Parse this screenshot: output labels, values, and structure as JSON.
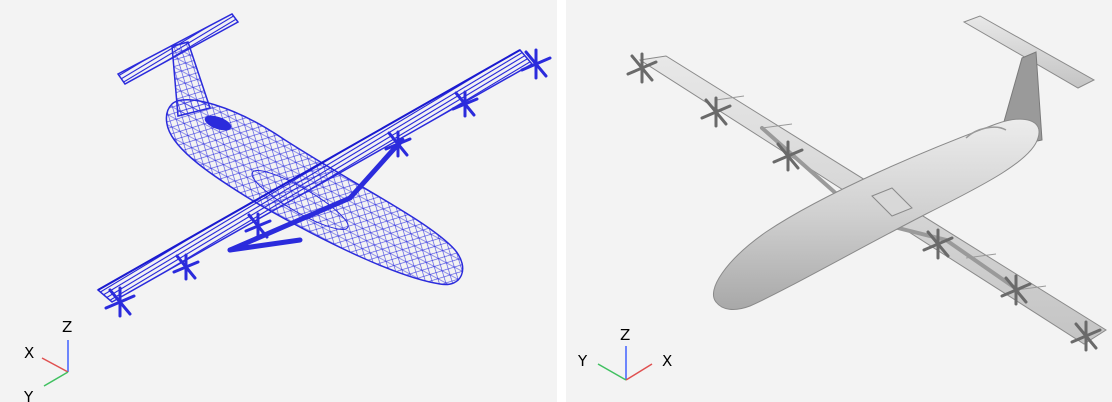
{
  "viewports": {
    "left": {
      "render_mode": "wireframe",
      "wire_color": "#2b2bdc",
      "triad": {
        "x_label": "X",
        "z_label": "Z",
        "y_label": "Y"
      }
    },
    "right": {
      "render_mode": "shaded",
      "shade_color": "#d4d4d4",
      "triad": {
        "y_label": "Y",
        "z_label": "Z",
        "x_label": "X"
      }
    }
  },
  "colors": {
    "background": "#f3f3f3",
    "axis_x": "#e05050",
    "axis_y": "#40c060",
    "axis_z": "#4060ff"
  },
  "icons": [
    "axis-triad-icon"
  ]
}
